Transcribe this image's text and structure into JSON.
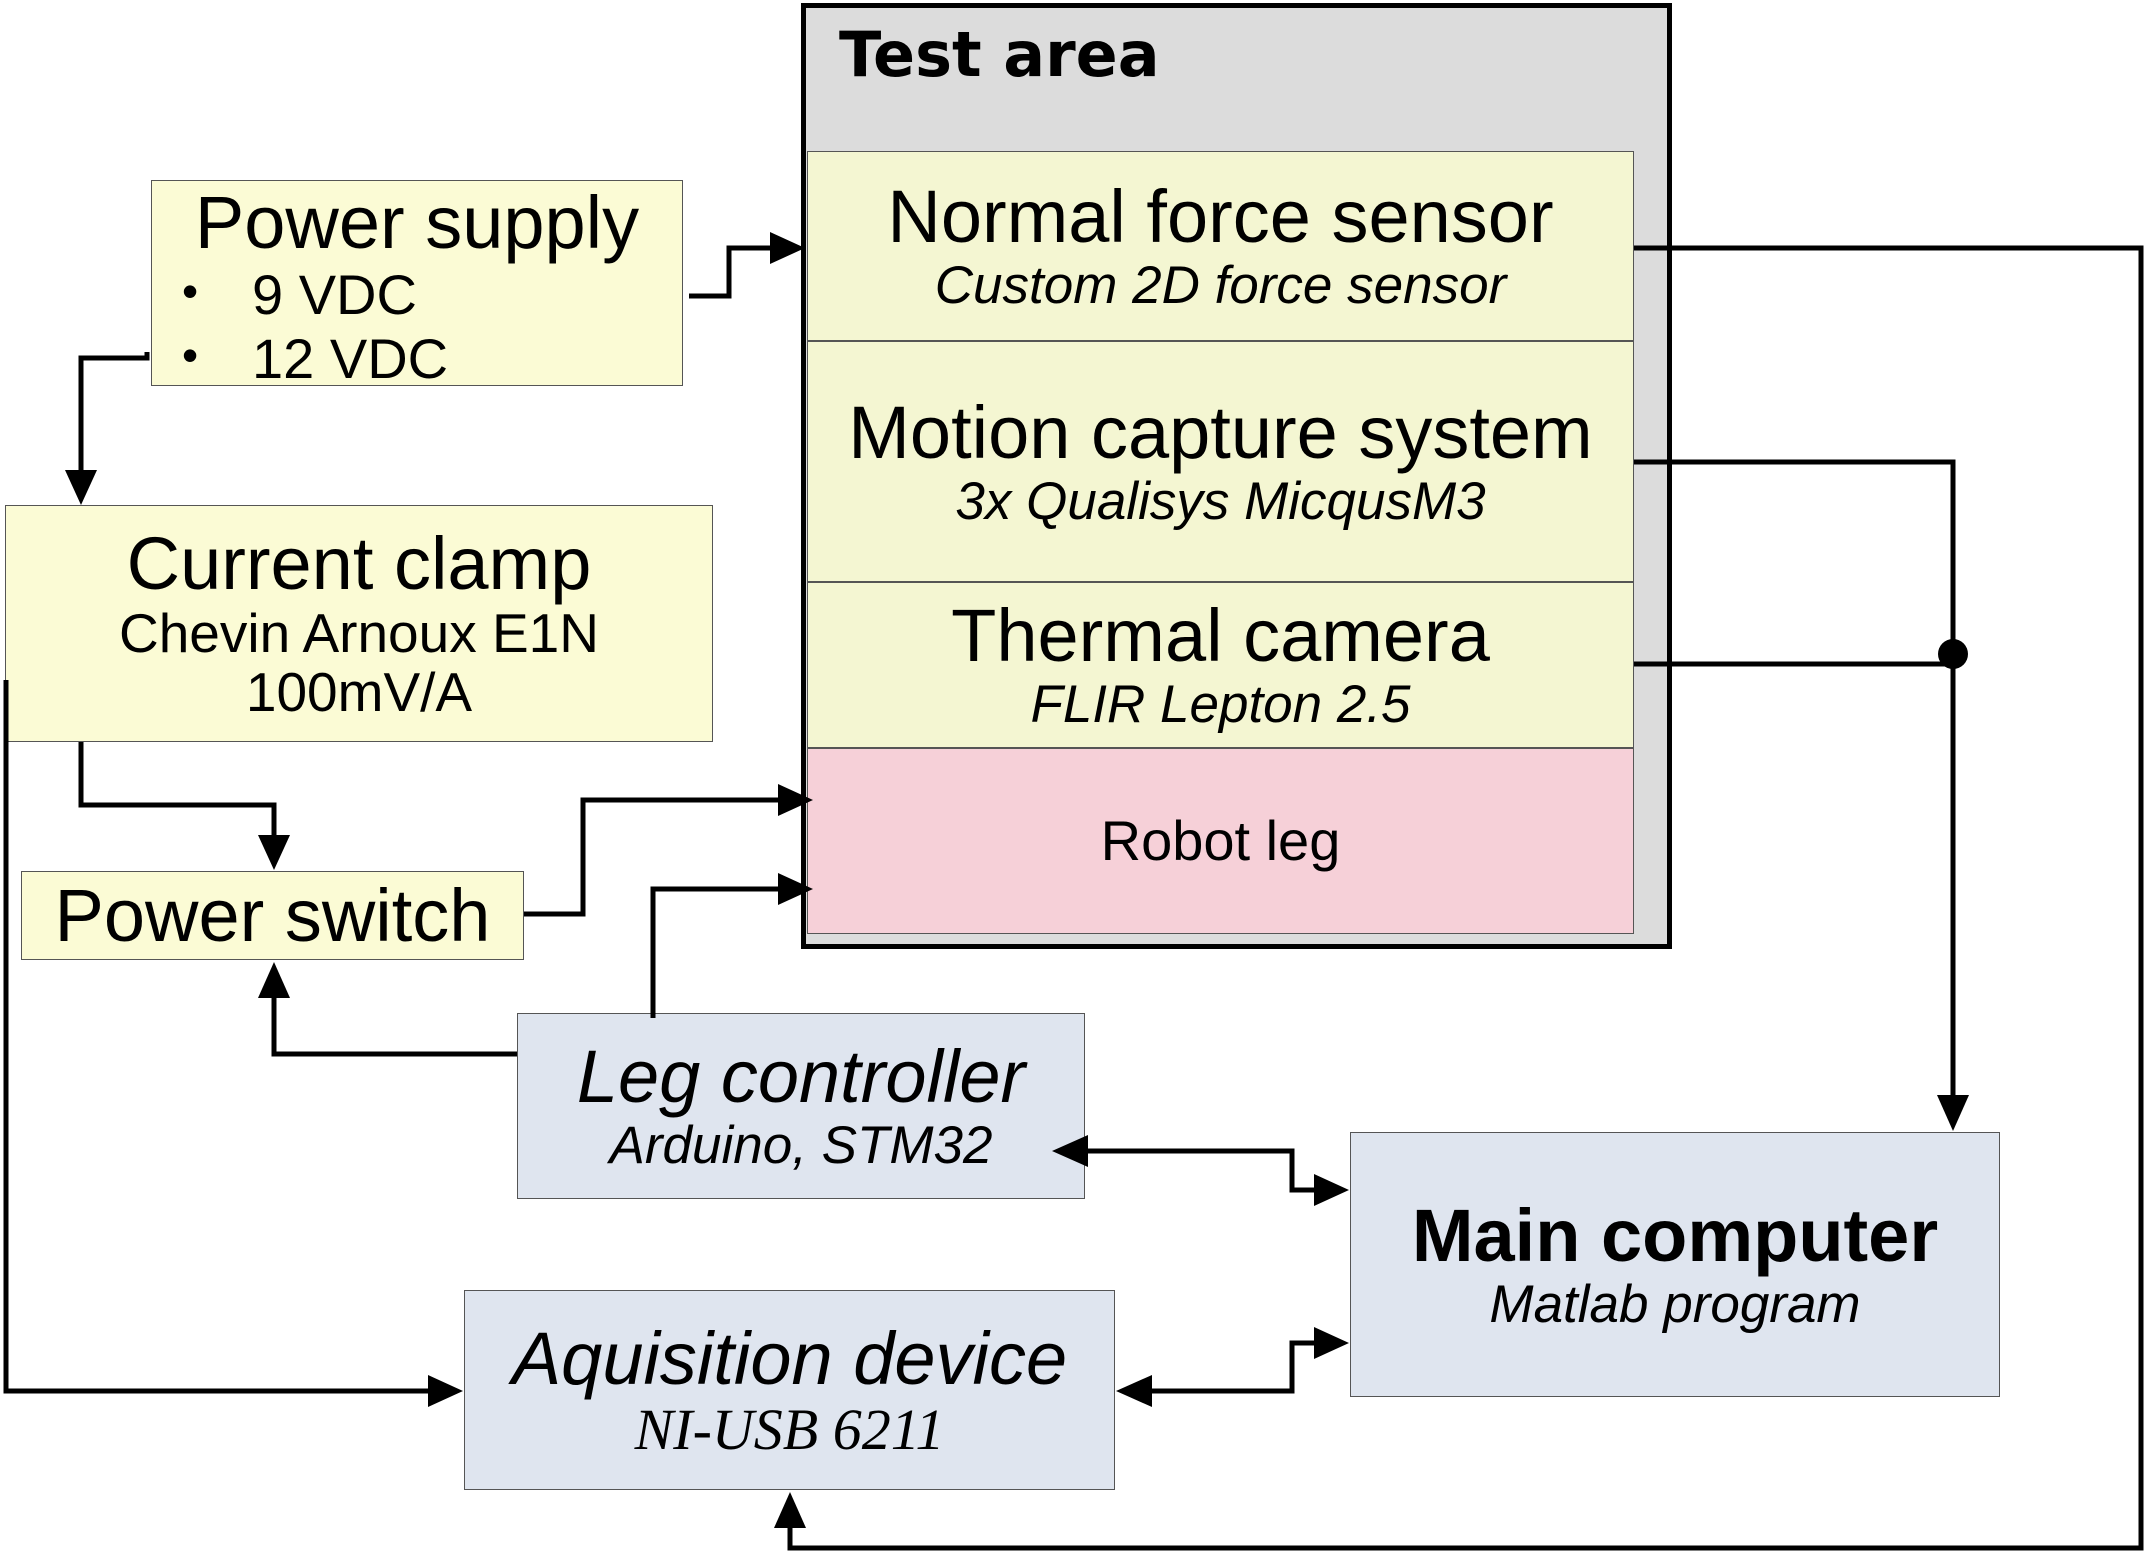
{
  "test_area": {
    "title": "Test area"
  },
  "power_supply": {
    "title": "Power supply",
    "items": [
      "9 VDC",
      "12 VDC"
    ]
  },
  "current_clamp": {
    "title": "Current clamp",
    "model": "Chevin Arnoux E1N",
    "rating": "100mV/A"
  },
  "power_switch": {
    "title": "Power switch"
  },
  "normal_force_sensor": {
    "title": "Normal force sensor",
    "subtitle": "Custom 2D force sensor"
  },
  "motion_capture": {
    "title": "Motion capture system",
    "subtitle": "3x Qualisys MicqusM3"
  },
  "thermal_camera": {
    "title": "Thermal camera",
    "subtitle": "FLIR Lepton 2.5"
  },
  "robot_leg": {
    "title": "Robot leg"
  },
  "leg_controller": {
    "title": "Leg controller",
    "subtitle": "Arduino, STM32"
  },
  "main_computer": {
    "title": "Main computer",
    "subtitle": "Matlab program"
  },
  "acquisition_device": {
    "title": "Aquisition device",
    "subtitle": "NI-USB 6211"
  }
}
